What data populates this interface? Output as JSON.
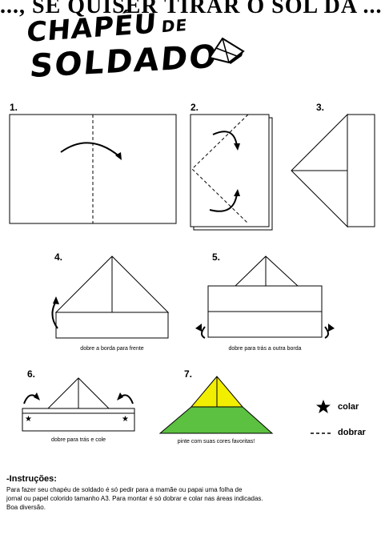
{
  "banner_text": "..., SE QUISER TIRAR O SOL DA ...",
  "title": {
    "line1": "CHAPÉU",
    "de": "DE",
    "line2": "SOLDADO"
  },
  "icons": {
    "hat": "soldier-hat-icon",
    "star": "star-icon",
    "dashed": "dashed-line-icon"
  },
  "steps": [
    {
      "num": "1.",
      "caption": ""
    },
    {
      "num": "2.",
      "caption": ""
    },
    {
      "num": "3.",
      "caption": ""
    },
    {
      "num": "4.",
      "caption": "dobre a borda para frente"
    },
    {
      "num": "5.",
      "caption": "dobre para trás a outra borda"
    },
    {
      "num": "6.",
      "caption": "dobre para trás e cole"
    },
    {
      "num": "7.",
      "caption": "pinte com suas cores favoritas!"
    }
  ],
  "legend": {
    "glue": "colar",
    "fold": "dobrar"
  },
  "colors": {
    "yellow": "#f2ee00",
    "green": "#5cc040"
  },
  "instructions": {
    "title": "-Instruções:",
    "lines": [
      "Para fazer seu chapéu de soldado é só pedir para a mamãe ou papai uma folha de",
      "jornal ou papel colorido tamanho A3. Para montar é só dobrar e colar nas áreas indicadas.",
      "Boa diversão."
    ]
  }
}
